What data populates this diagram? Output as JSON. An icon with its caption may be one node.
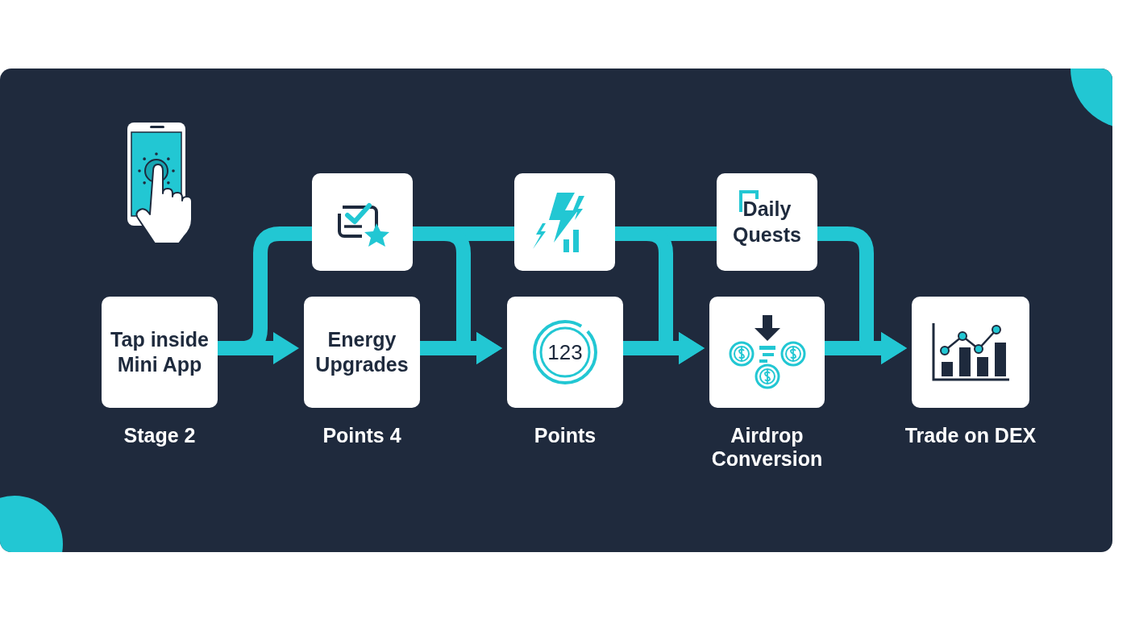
{
  "diagram": {
    "nodes": [
      {
        "text": [
          "Tap inside Mini App"
        ],
        "beside": [
          "Stage 2"
        ]
      },
      {
        "text": [
          "Energy Upgrades"
        ],
        "beside": [
          "Points 4"
        ]
      },
      {
        "text": [
          "123"
        ],
        "beside": [
          "Points"
        ]
      },
      {
        "text": [
          "Airdrop Conversion"
        ]
      },
      {
        "text": [
          "Trade on DEX"
        ]
      },
      {
        "text": [],
        "shape": "box"
      },
      {
        "text": [],
        "shape": "box"
      },
      {
        "text": [
          "Daily Quests"
        ]
      }
    ],
    "edges": [
      {
        "from": 0,
        "to": 1,
        "arrow": "to"
      },
      {
        "from": 1,
        "to": 2,
        "arrow": "to"
      },
      {
        "from": 2,
        "to": 3,
        "arrow": "to"
      },
      {
        "from": 3,
        "to": 4,
        "arrow": "to"
      },
      {
        "from": 0,
        "to": 5,
        "arrow": "none"
      },
      {
        "from": 5,
        "to": 6,
        "arrow": "none"
      },
      {
        "from": 6,
        "to": 7,
        "arrow": "none"
      },
      {
        "from": 5,
        "to": 2,
        "arrow": "to"
      },
      {
        "from": 6,
        "to": 3,
        "arrow": "to"
      },
      {
        "from": 7,
        "to": 4,
        "arrow": "to"
      }
    ]
  }
}
